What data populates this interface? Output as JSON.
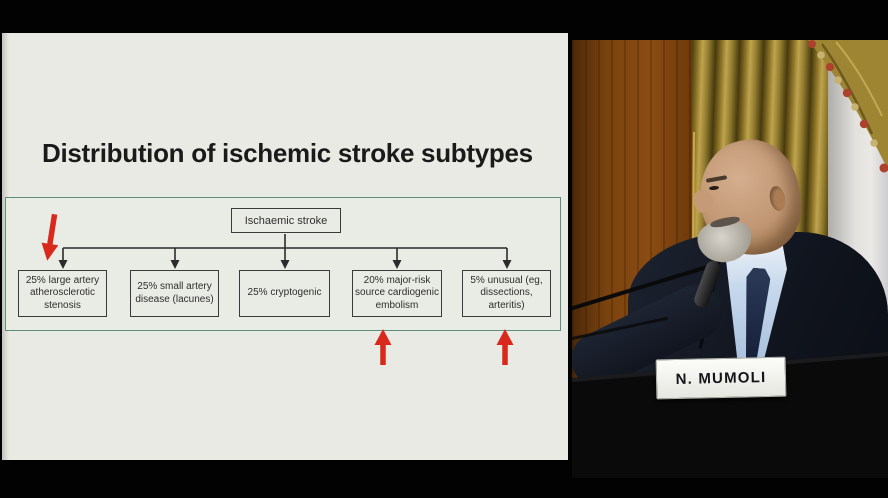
{
  "slide": {
    "title": "Distribution of ischemic stroke subtypes",
    "flowchart": {
      "root": {
        "label": "Ischaemic stroke"
      },
      "nodes": [
        {
          "label": "25% large artery atherosclerotic stenosis",
          "value_pct": 25
        },
        {
          "label": "25% small artery disease (lacunes)",
          "value_pct": 25
        },
        {
          "label": "25% cryptogenic",
          "value_pct": 25
        },
        {
          "label": "20% major-risk source cardiogenic embolism",
          "value_pct": 20
        },
        {
          "label": "5% unusual (eg, dissections, arteritis)",
          "value_pct": 5
        }
      ],
      "highlight_arrows": [
        {
          "target": "25% large artery atherosclerotic stenosis",
          "direction": "down"
        },
        {
          "target": "20% major-risk source cardiogenic embolism",
          "direction": "up"
        },
        {
          "target": "5% unusual (eg, dissections, arteritis)",
          "direction": "up"
        }
      ],
      "colors": {
        "container_border": "#5d8f7d",
        "box_border": "#3a3a3a",
        "highlight_arrow": "#d8291c"
      }
    }
  },
  "video": {
    "nameplate": "N. MUMOLI"
  }
}
